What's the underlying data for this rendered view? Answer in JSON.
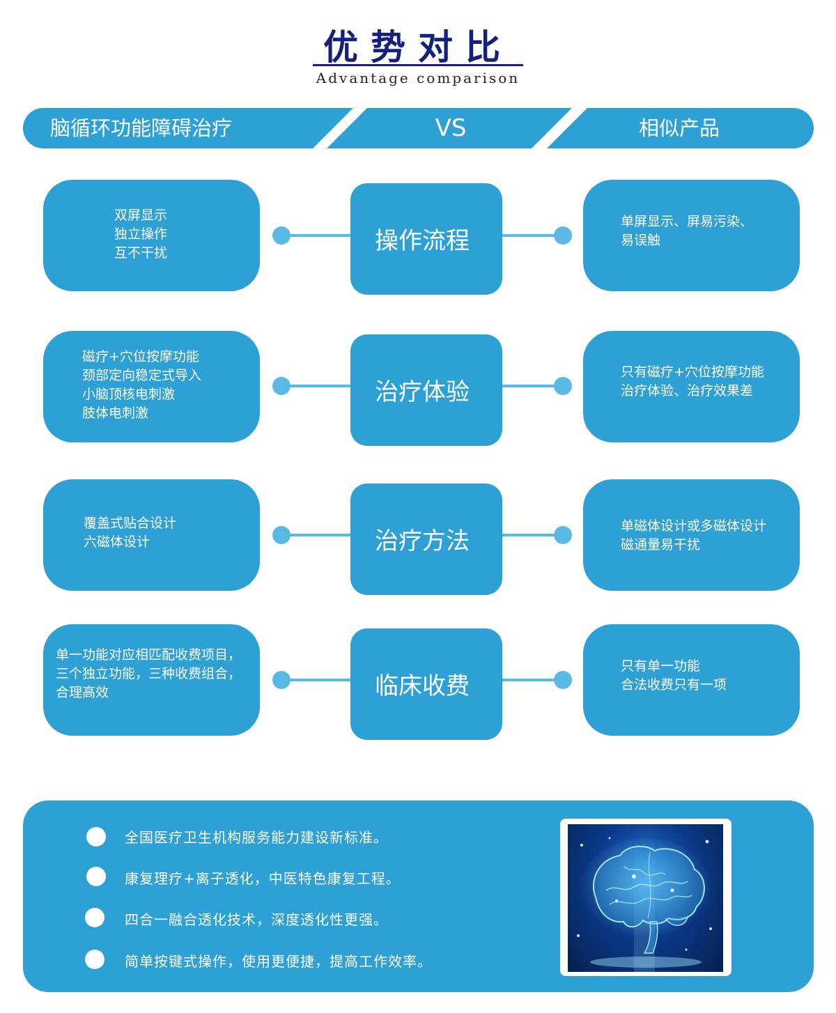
{
  "header": {
    "title": "优势对比",
    "subtitle": "Advantage comparison"
  },
  "columns": {
    "left": "脑循环功能障碍治疗",
    "middle": "VS",
    "right": "相似产品"
  },
  "rows": [
    {
      "category": "操作流程",
      "left": "双屏显示\n独立操作\n互不干扰",
      "right": "单屏显示、屏易污染、\n易误触"
    },
    {
      "category": "治疗体验",
      "left": "磁疗+穴位按摩功能\n颈部定向稳定式导入\n小脑顶核电刺激\n肢体电刺激",
      "right": "只有磁疗+穴位按摩功能\n治疗体验、治疗效果差"
    },
    {
      "category": "治疗方法",
      "left": "覆盖式贴合设计\n六磁体设计",
      "right": "单磁体设计或多磁体设计\n磁通量易干扰"
    },
    {
      "category": "临床收费",
      "left": "单一功能对应相匹配收费项目，\n三个独立功能，三种收费组合，\n合理高效",
      "right": "只有单一功能\n合法收费只有一项"
    }
  ],
  "features": [
    "全国医疗卫生机构服务能力建设新标准。",
    "康复理疗+离子透化，中医特色康复工程。",
    "四合一融合透化技术，深度透化性更强。",
    "简单按键式操作，使用更便捷，提高工作效率。"
  ],
  "colors": {
    "accent": "#2da0d5",
    "connector": "#5ab9e5",
    "title": "#14207e"
  },
  "image": {
    "icon": "brain-illustration"
  }
}
